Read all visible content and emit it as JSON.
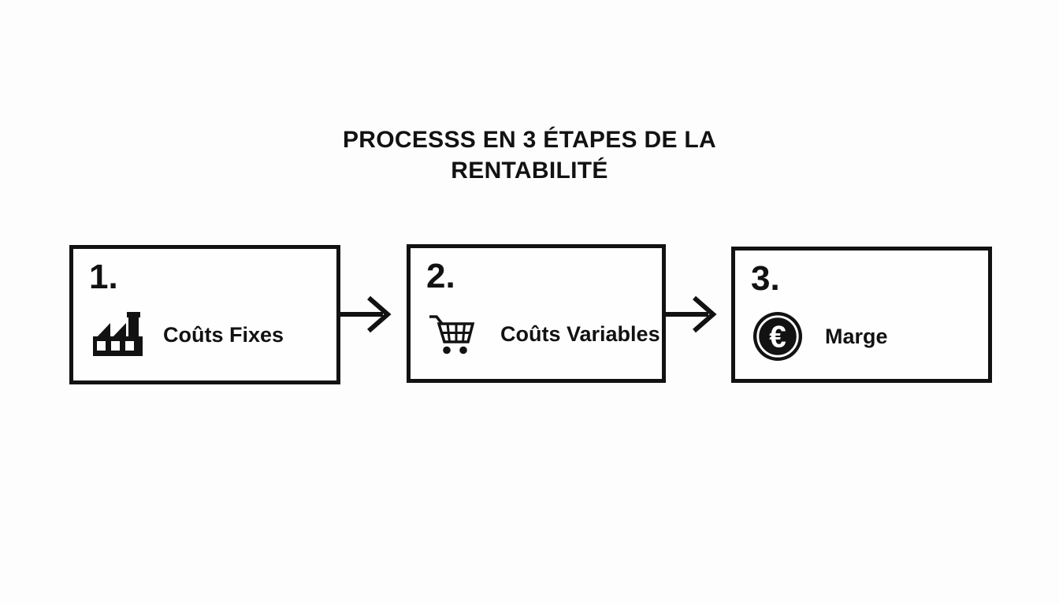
{
  "colors": {
    "ink": "#121212",
    "background": "#fdfdfd",
    "icon_contrast": "#ffffff"
  },
  "title": "PROCESSS EN 3 ÉTAPES DE LA RENTABILITÉ",
  "diagram": {
    "steps": [
      {
        "number": "1.",
        "label": "Coûts Fixes",
        "icon": "factory-icon"
      },
      {
        "number": "2.",
        "label": "Coûts Variables",
        "icon": "shopping-cart-icon"
      },
      {
        "number": "3.",
        "label": "Marge",
        "icon": "euro-coin-icon"
      }
    ],
    "connectors": [
      {
        "icon": "arrow-right-icon"
      },
      {
        "icon": "arrow-right-icon"
      }
    ],
    "euro_symbol": "€"
  }
}
